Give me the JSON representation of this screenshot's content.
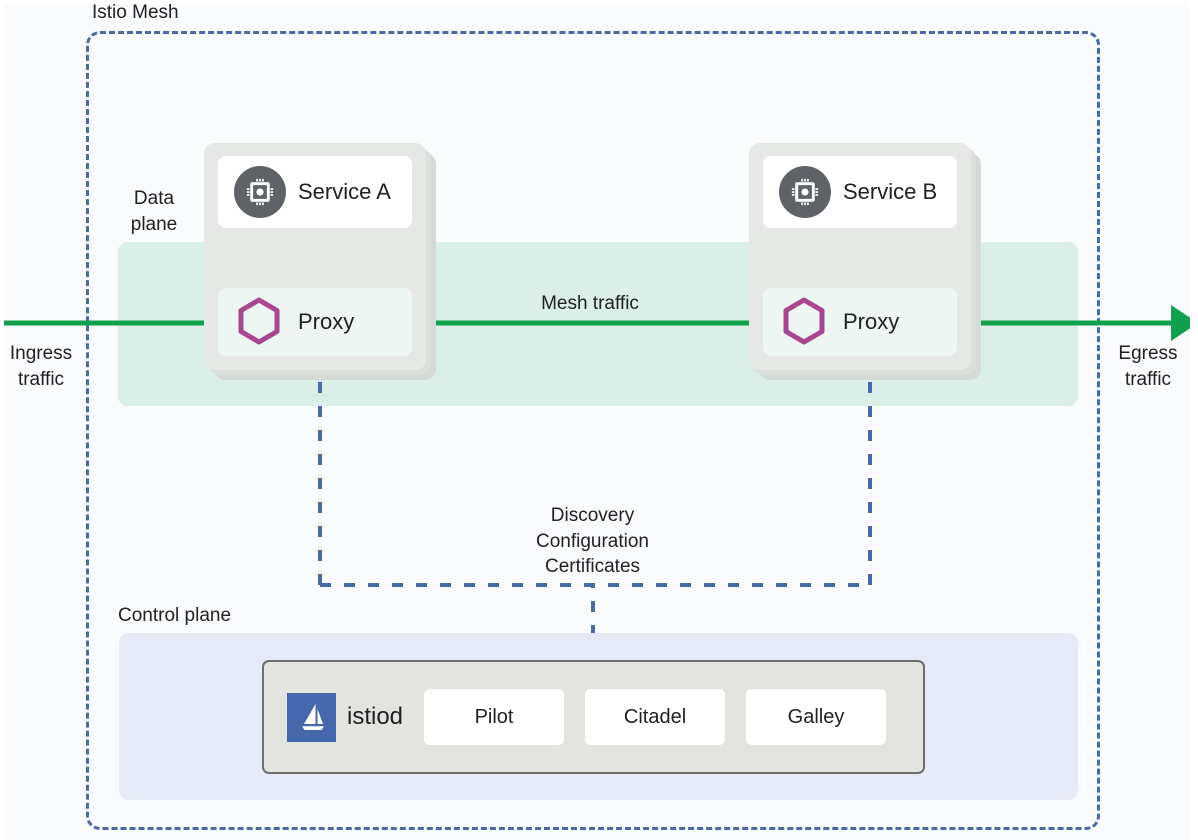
{
  "diagram": {
    "title": "Istio Mesh",
    "mesh_boundary_color": "#4a69a8",
    "planes": {
      "data_plane_label": "Data\nplane",
      "data_plane_label_line1": "Data",
      "data_plane_label_line2": "plane",
      "data_plane_color": "#dceee8",
      "control_plane_label": "Control plane",
      "control_plane_color": "#e6eaf6"
    },
    "traffic": {
      "ingress_line1": "Ingress",
      "ingress_line2": "traffic",
      "egress_line1": "Egress",
      "egress_line2": "traffic",
      "mesh_traffic": "Mesh traffic",
      "arrow_color": "#11a14c"
    },
    "control_messages": {
      "line1": "Discovery",
      "line2": "Configuration",
      "line3": "Certificates",
      "connector_color": "#4a69a8"
    },
    "pods": [
      {
        "id": "pod-a",
        "service_label": "Service A",
        "service_icon": "chip-icon",
        "proxy_label": "Proxy",
        "proxy_icon": "hexagon-icon",
        "proxy_icon_color": "#a8478f"
      },
      {
        "id": "pod-b",
        "service_label": "Service B",
        "service_icon": "chip-icon",
        "proxy_label": "Proxy",
        "proxy_icon": "hexagon-icon",
        "proxy_icon_color": "#a8478f"
      }
    ],
    "istiod": {
      "name": "istiod",
      "logo_icon": "istio-sail-icon",
      "logo_color": "#4567ad",
      "components": [
        {
          "label": "Pilot"
        },
        {
          "label": "Citadel"
        },
        {
          "label": "Galley"
        }
      ]
    }
  }
}
